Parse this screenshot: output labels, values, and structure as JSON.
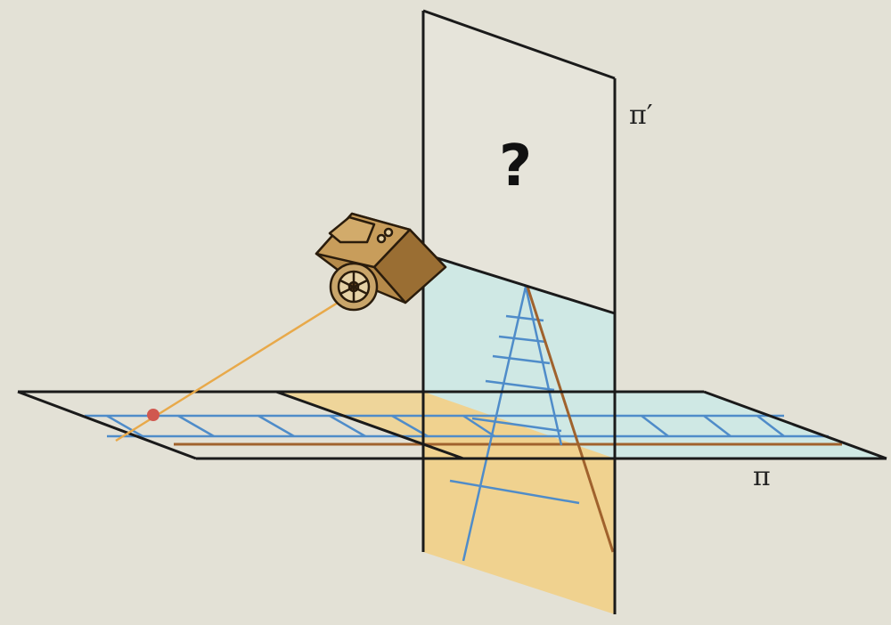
{
  "labels": {
    "image_plane": "π′",
    "ground_plane": "π",
    "unknown": "?"
  },
  "colors": {
    "background": "#e3e1d6",
    "outline": "#1a1a1a",
    "cyan_fill": "#cfe8e4",
    "yellow_fill": "#f0d28f",
    "blue_line": "#4f8cc9",
    "brown_line": "#a0622d",
    "ray": "#e8a94a",
    "point": "#d0584f",
    "camera_body": "#b58a4a",
    "camera_dark": "#7a5526"
  },
  "icons": {
    "camera": "camera-icon",
    "object_point": "point-marker"
  }
}
